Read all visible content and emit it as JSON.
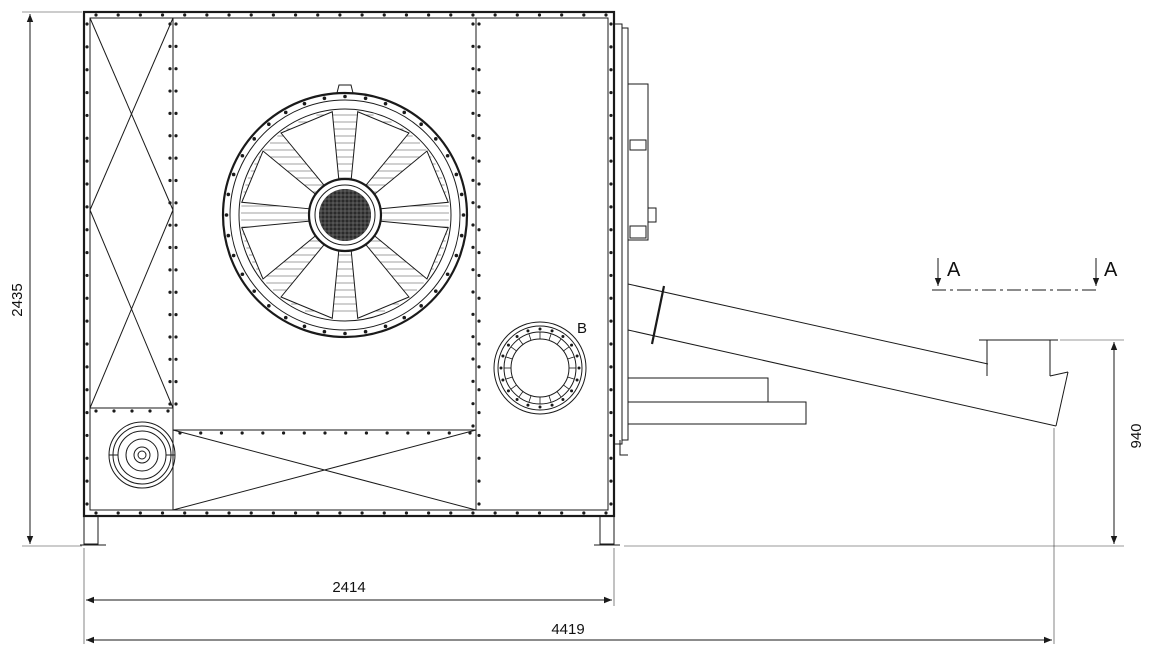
{
  "dimensions": {
    "height": "2435",
    "width_unit": "2414",
    "total_length": "4419",
    "outlet_height": "940"
  },
  "labels": {
    "section_left": "A",
    "section_right": "A",
    "detail": "B"
  },
  "colors": {
    "line": "#1a1a1a",
    "background": "#ffffff"
  }
}
